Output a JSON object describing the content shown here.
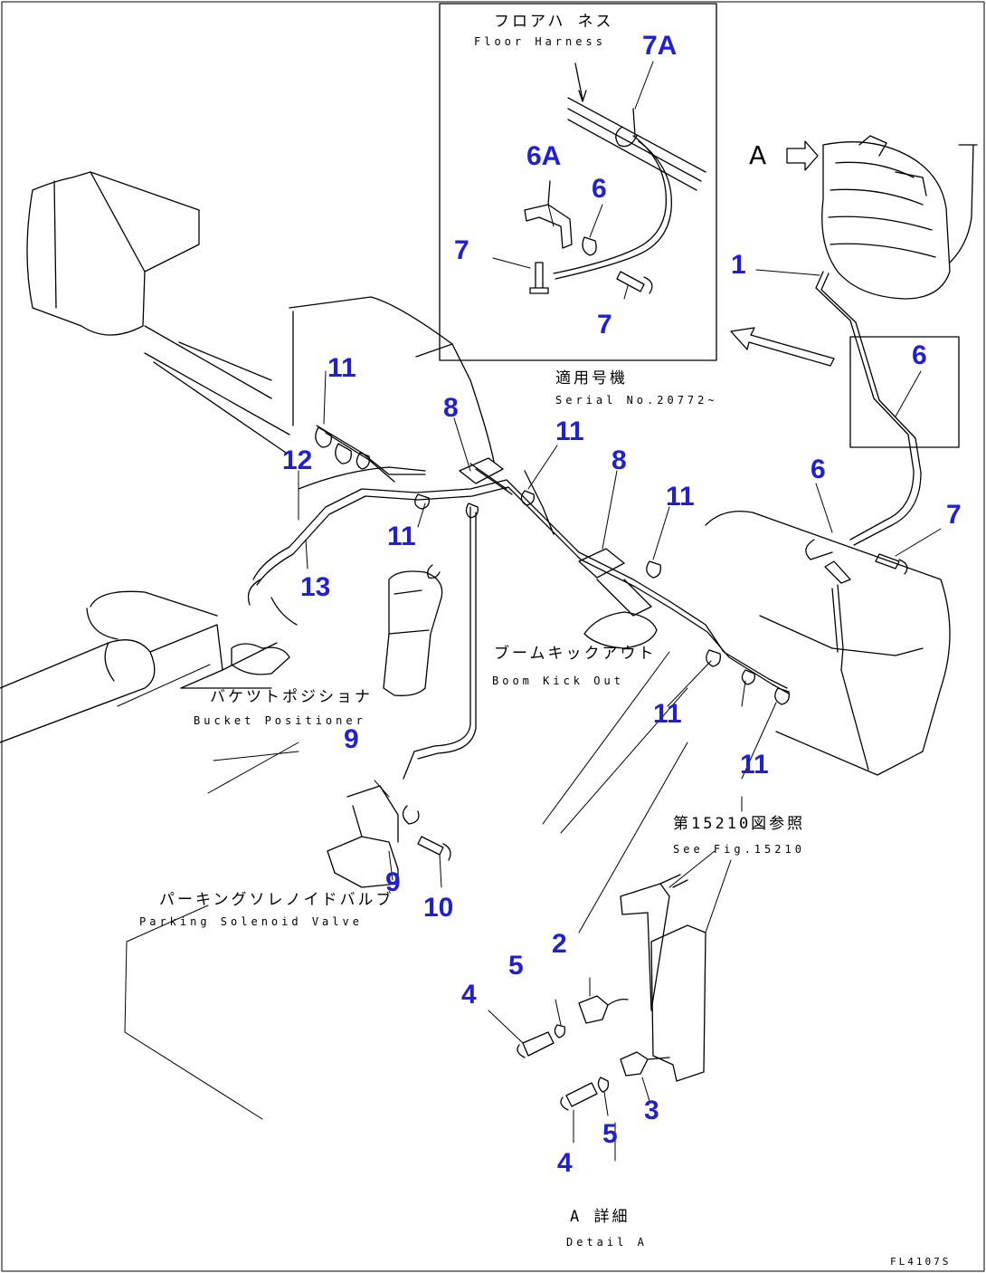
{
  "callouts": [
    "7A",
    "6A",
    "6",
    "7",
    "7",
    "1",
    "6",
    "6",
    "7",
    "11",
    "12",
    "8",
    "11",
    "11",
    "13",
    "8",
    "11",
    "11",
    "11",
    "9",
    "9",
    "10",
    "2",
    "5",
    "4",
    "3",
    "5",
    "4",
    "A"
  ],
  "labels": {
    "floor_harness_jp": "フロアハ ネス",
    "floor_harness_en": "Floor Harness",
    "serial_jp": "適用号機",
    "serial_en": "Serial No.20772~",
    "boom_kickout_jp": "ブームキックアウト",
    "boom_kickout_en": "Boom Kick Out",
    "bucket_positioner_jp": "バケツトポジショナ",
    "bucket_positioner_en": "Bucket Positioner",
    "see_fig_jp": "第15210図参照",
    "see_fig_en": "See Fig.15210",
    "parking_valve_jp": "パーキングソレノイドバルブ",
    "parking_valve_en": "Parking Solenoid Valve",
    "detail_jp": "A 詳細",
    "detail_en": "Detail A",
    "drawing_code": "FL4107S"
  }
}
